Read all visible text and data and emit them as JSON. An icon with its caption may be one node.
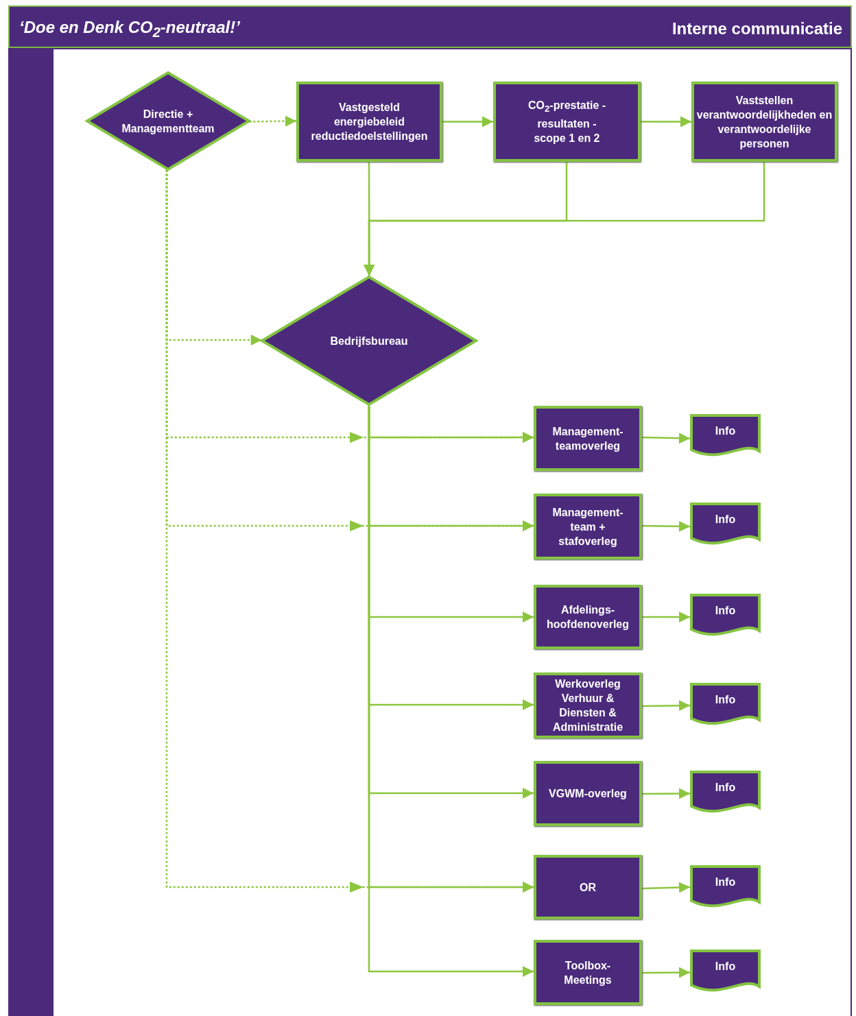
{
  "diagram": {
    "title": "‘Doe en Denk CO$_{2}$-neutraal!’",
    "nodes": [
      {
        "text": [
          "Directie + Managementteam"
        ]
      },
      {
        "text": [
          "Vastgesteld energiebeleid reductiedoelstellingen"
        ]
      },
      {
        "text": [
          "CO$_{2}$-prestatie - resultaten - scope 1 en 2"
        ]
      },
      {
        "text": [
          "Vaststellen verantwoordelijkheden en verantwoordelijke personen"
        ]
      },
      {
        "text": [
          "Bedrijfsbureau"
        ]
      },
      {
        "text": [
          "Management-teamoverleg"
        ]
      },
      {
        "text": [
          "Info"
        ]
      },
      {
        "text": [
          "Management-team + stafoverleg"
        ]
      },
      {
        "text": [
          "Info"
        ]
      },
      {
        "text": [
          "Afdelings-hoofdenoverleg"
        ]
      },
      {
        "text": [
          "Info"
        ]
      },
      {
        "text": [
          "Werkoverleg Verhuur & Diensten & Administratie"
        ]
      },
      {
        "text": [
          "Info"
        ]
      },
      {
        "text": [
          "VGWM-overleg"
        ]
      },
      {
        "text": [
          "Info"
        ]
      },
      {
        "text": [
          "OR"
        ]
      },
      {
        "text": [
          "Info"
        ]
      },
      {
        "text": [
          "Toolbox-Meetings"
        ]
      },
      {
        "text": [
          "Info"
        ]
      }
    ],
    "edges": [
      {
        "from": 0,
        "to": 1,
        "arrow": "to",
        "style": "dashed"
      },
      {
        "from": 1,
        "to": 2,
        "arrow": "to"
      },
      {
        "from": 2,
        "to": 3,
        "arrow": "to"
      },
      {
        "from": 1,
        "to": 4,
        "arrow": "to"
      },
      {
        "from": 2,
        "to": 4,
        "arrow": "to"
      },
      {
        "from": 3,
        "to": 4,
        "arrow": "to"
      },
      {
        "from": 0,
        "to": 4,
        "arrow": "to",
        "style": "dashed"
      },
      {
        "from": 0,
        "to": 5,
        "arrow": "to",
        "style": "dashed"
      },
      {
        "from": 0,
        "to": 7,
        "arrow": "to",
        "style": "dashed"
      },
      {
        "from": 0,
        "to": 15,
        "arrow": "to",
        "style": "dashed"
      },
      {
        "from": 4,
        "to": 5,
        "arrow": "to"
      },
      {
        "from": 4,
        "to": 7,
        "arrow": "to"
      },
      {
        "from": 4,
        "to": 9,
        "arrow": "to"
      },
      {
        "from": 4,
        "to": 11,
        "arrow": "to"
      },
      {
        "from": 4,
        "to": 13,
        "arrow": "to"
      },
      {
        "from": 4,
        "to": 15,
        "arrow": "to"
      },
      {
        "from": 4,
        "to": 17,
        "arrow": "to"
      },
      {
        "from": 5,
        "to": 6,
        "arrow": "to"
      },
      {
        "from": 7,
        "to": 8,
        "arrow": "to"
      },
      {
        "from": 9,
        "to": 10,
        "arrow": "to"
      },
      {
        "from": 11,
        "to": 12,
        "arrow": "to"
      },
      {
        "from": 13,
        "to": 14,
        "arrow": "to"
      },
      {
        "from": 15,
        "to": 16,
        "arrow": "to"
      },
      {
        "from": 17,
        "to": 18,
        "arrow": "to"
      }
    ],
    "labels": [
      "Interne communicatie"
    ]
  }
}
